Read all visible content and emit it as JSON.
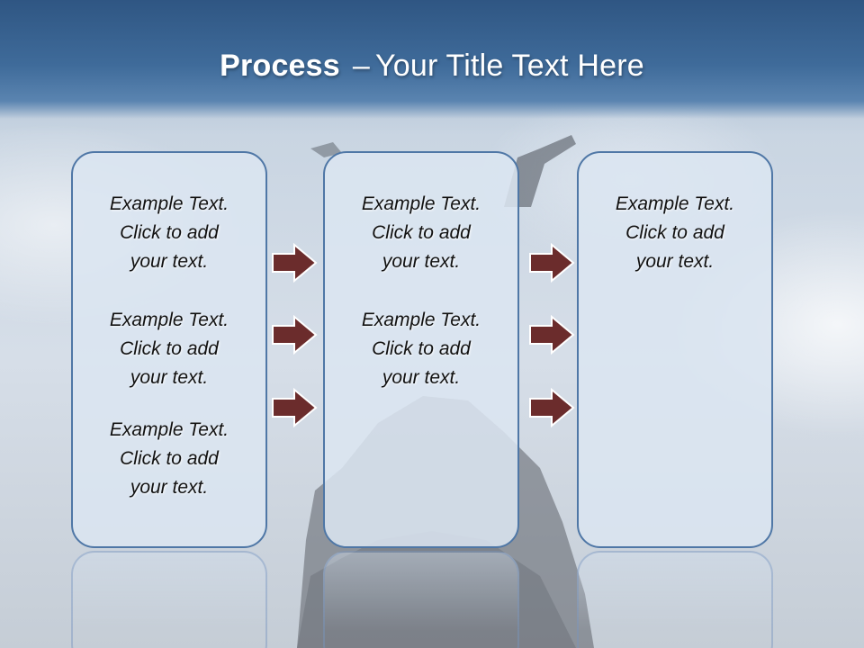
{
  "title": {
    "bold": "Process",
    "separator": "–",
    "rest": "Your Title Text Here"
  },
  "columns": [
    {
      "items": [
        [
          "Example Text.",
          "Click  to add",
          "your text."
        ],
        [
          "Example Text.",
          "Click  to add",
          "your text."
        ],
        [
          "Example Text.",
          "Click  to add",
          "your text."
        ]
      ]
    },
    {
      "items": [
        [
          "Example Text.",
          "Click  to add",
          "your text."
        ],
        [
          "Example Text.",
          "Click  to add",
          "your text."
        ]
      ]
    },
    {
      "items": [
        [
          "Example Text.",
          "Click  to add",
          "your text."
        ]
      ]
    }
  ],
  "colors": {
    "arrow_fill": "#6b2c2c",
    "arrow_stroke": "#ffffff",
    "box_border": "#4f77a6",
    "header": "#3f6b9a"
  }
}
